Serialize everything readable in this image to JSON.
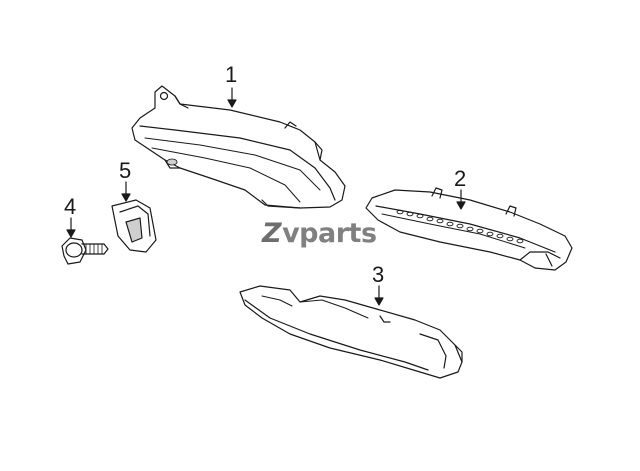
{
  "callouts": {
    "c1": "1",
    "c2": "2",
    "c3": "3",
    "c4": "4",
    "c5": "5"
  },
  "watermark": {
    "mark": "Z",
    "text": "vparts"
  },
  "colors": {
    "line": "#1a1a1a",
    "shade": "#cfcfcf",
    "watermark": "#6b6b6b"
  }
}
